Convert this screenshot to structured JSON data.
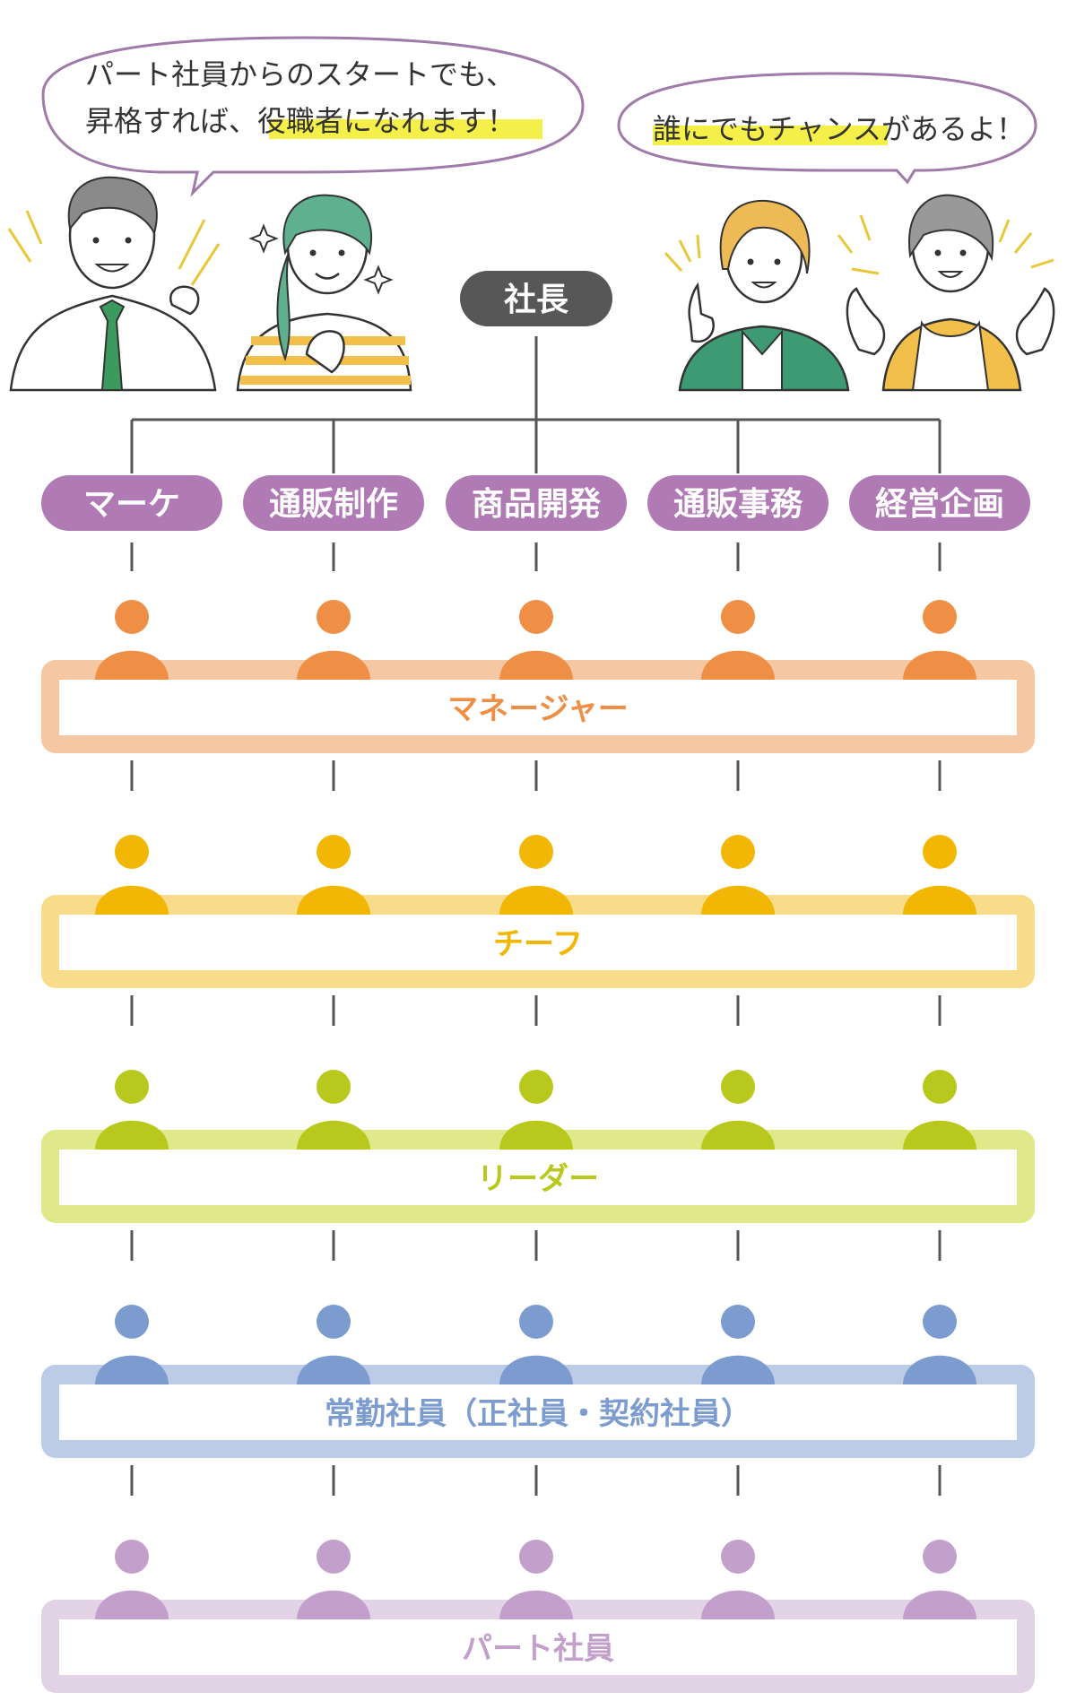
{
  "speech": {
    "left_line1": "パート社員からのスタートでも、",
    "left_line2_pre": "昇格すれば、",
    "left_line2_highlight": "役職者になれます！",
    "right_pre": "",
    "right_highlight": "誰にでもチャンスが",
    "right_post": "あるよ！"
  },
  "president": {
    "label": "社長"
  },
  "departments": [
    {
      "label": "マーケ"
    },
    {
      "label": "通販制作"
    },
    {
      "label": "商品開発"
    },
    {
      "label": "通販事務"
    },
    {
      "label": "経営企画"
    }
  ],
  "levels": [
    {
      "label": "マネージャー",
      "person_color": "#ee8f45",
      "box_color": "#f6c7a3",
      "text_color": "#ee8f45"
    },
    {
      "label": "チーフ",
      "person_color": "#f2b705",
      "box_color": "#f8dc8a",
      "text_color": "#f2b705"
    },
    {
      "label": "リーダー",
      "person_color": "#b9c81c",
      "box_color": "#dfe98a",
      "text_color": "#b9c81c"
    },
    {
      "label": "常勤社員（正社員・契約社員）",
      "person_color": "#7c9ccf",
      "box_color": "#bccbe6",
      "text_color": "#7c9ccf"
    },
    {
      "label": "パート社員",
      "person_color": "#c3a0cc",
      "box_color": "#e2d3e7",
      "text_color": "#c3a0cc"
    }
  ],
  "colors": {
    "department_pill": "#b07bb5",
    "president_pill": "#575757",
    "connector": "#555555",
    "bubble_stroke": "#a07aa8",
    "highlight": "#f5ef4a"
  }
}
